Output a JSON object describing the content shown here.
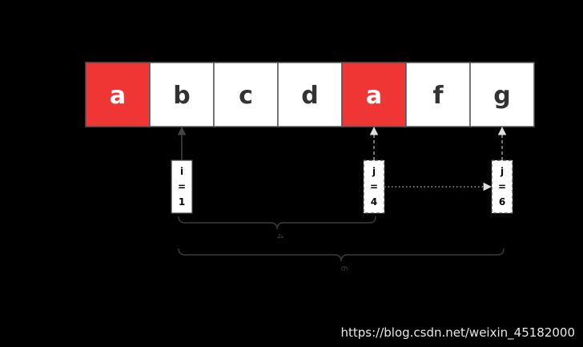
{
  "cells": [
    {
      "label": "a",
      "fill": "#f03535",
      "text_color": "#ffffff"
    },
    {
      "label": "b",
      "fill": "#ffffff",
      "text_color": "#333333"
    },
    {
      "label": "c",
      "fill": "#ffffff",
      "text_color": "#333333"
    },
    {
      "label": "d",
      "fill": "#ffffff",
      "text_color": "#333333"
    },
    {
      "label": "a",
      "fill": "#f03535",
      "text_color": "#ffffff"
    },
    {
      "label": "f",
      "fill": "#ffffff",
      "text_color": "#333333"
    },
    {
      "label": "g",
      "fill": "#ffffff",
      "text_color": "#333333"
    }
  ],
  "pointers": [
    {
      "var": "i",
      "eq": "=",
      "value": "1",
      "cell_index": 1,
      "style": "solid"
    },
    {
      "var": "j",
      "eq": "=",
      "value": "4",
      "cell_index": 4,
      "style": "dashed"
    },
    {
      "var": "j",
      "eq": "=",
      "value": "6",
      "cell_index": 6,
      "style": "dashed"
    }
  ],
  "move_arrow": {
    "from_pointer": 1,
    "to_pointer": 2,
    "style": "dotted"
  },
  "braces": [
    {
      "from_pointer": 0,
      "to_pointer": 1,
      "label": "4"
    },
    {
      "from_pointer": 0,
      "to_pointer": 2,
      "label": "6"
    }
  ],
  "colors": {
    "background": "#000000",
    "highlight": "#f03535",
    "line": "#3a3a3a"
  },
  "watermark": "https://blog.csdn.net/weixin_45182000"
}
